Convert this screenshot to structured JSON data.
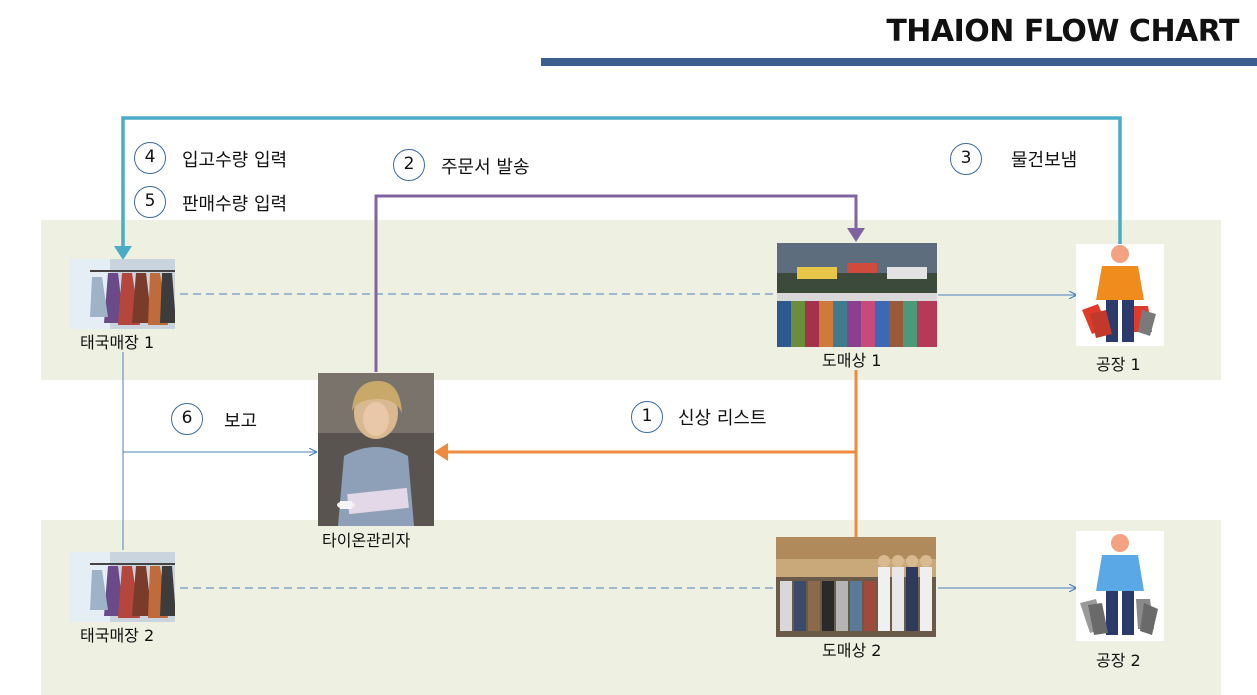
{
  "title": "THAION FLOW CHART",
  "nodes": {
    "store1": "태국매장 1",
    "store2": "태국매장 2",
    "manager": "타이온관리자",
    "wholesaler1": "도매상 1",
    "wholesaler2": "도매상 2",
    "factory1": "공장 1",
    "factory2": "공장 2"
  },
  "steps": [
    {
      "num": "1",
      "text": "신상 리스트"
    },
    {
      "num": "2",
      "text": "주문서 발송"
    },
    {
      "num": "3",
      "text": "물건보냄"
    },
    {
      "num": "4",
      "text": "입고수량 입력"
    },
    {
      "num": "5",
      "text": "판매수량 입력"
    },
    {
      "num": "6",
      "text": "보고"
    }
  ],
  "colors": {
    "band": "#eef0e2",
    "title_bar": "#3c5f8f",
    "step1_arrow": "#f08a3c",
    "step2_arrow": "#8064a2",
    "step3_arrow": "#4bacc6",
    "connector": "#4f81bd"
  }
}
